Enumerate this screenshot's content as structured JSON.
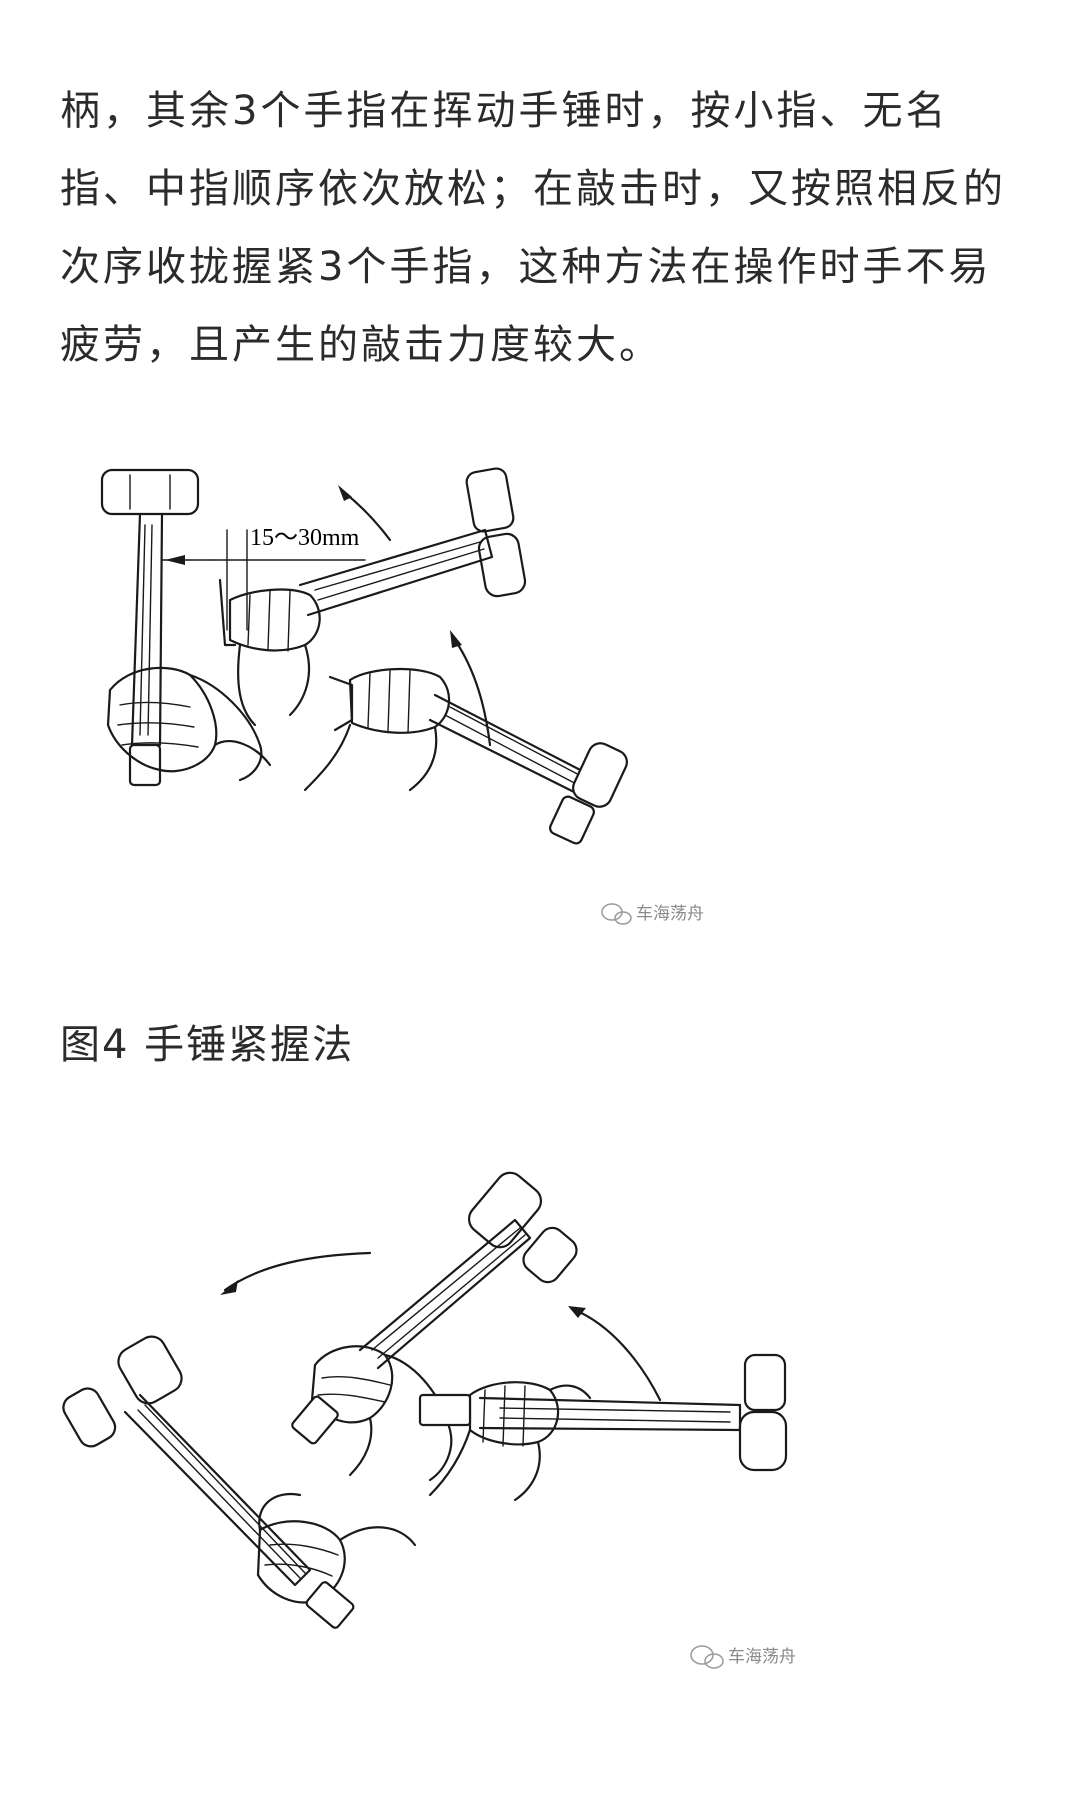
{
  "article": {
    "paragraph": "柄，其余3个手指在挥动手锤时，按小指、无名指、中指顺序依次放松；在敲击时，又按照相反的次序收拢握紧3个手指，这种方法在操作时手不易疲劳，且产生的敲击力度较大。"
  },
  "figure1": {
    "dimension_label": "15～30mm",
    "watermark": "车海荡舟",
    "icon": "wechat-icon"
  },
  "figure1_caption": "图4 手锤紧握法",
  "figure2": {
    "watermark": "车海荡舟",
    "icon": "wechat-icon"
  }
}
